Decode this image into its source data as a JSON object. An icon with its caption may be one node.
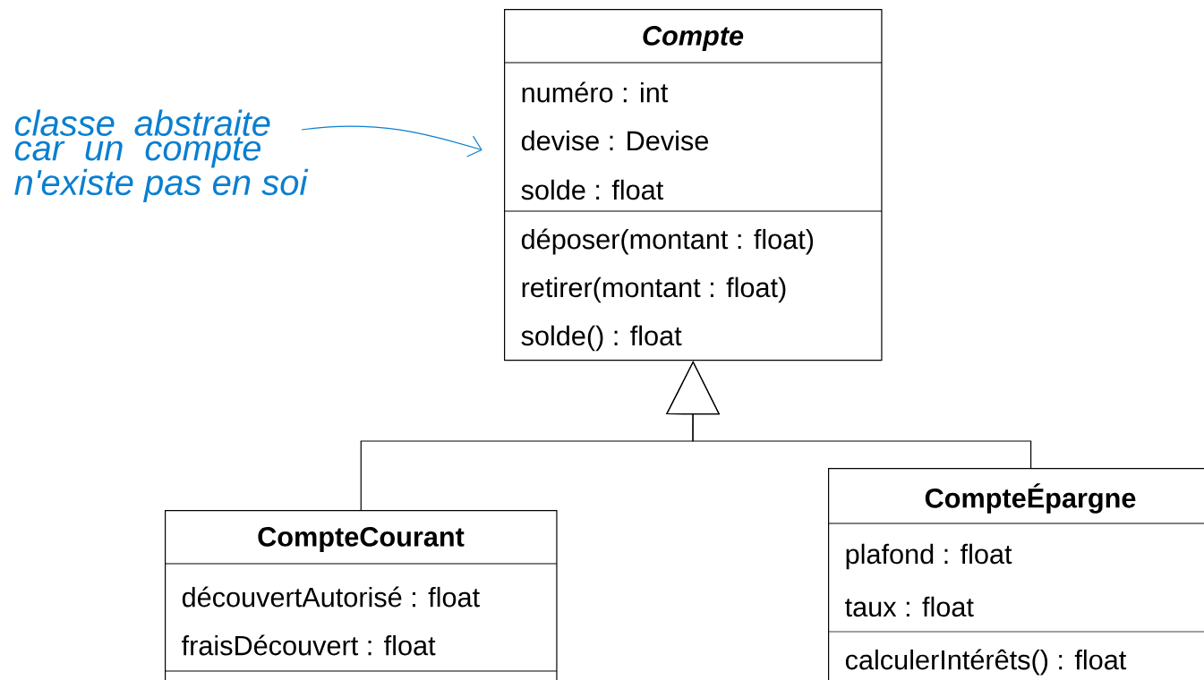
{
  "diagram": {
    "nodes": [
      {
        "text": [
          "Compte",
          "numéro : int",
          "devise : Devise",
          "solde : float",
          "déposer(montant : float)",
          "retirer(montant : float)",
          "solde() : float"
        ]
      },
      {
        "text": [
          "CompteCourant",
          "découvertAutorisé : float",
          "fraisDécouvert : float"
        ]
      },
      {
        "text": [
          "CompteÉpargne",
          "plafond : float",
          "taux : float",
          "calculerIntérêts() : float"
        ]
      },
      {
        "text": [
          "classe abstraite car un compte n'existe pas en soi"
        ]
      }
    ],
    "edges": [
      {
        "from": 1,
        "to": 0,
        "arrow": "to"
      },
      {
        "from": 2,
        "to": 0,
        "arrow": "to"
      },
      {
        "from": 3,
        "to": 0,
        "arrow": "to",
        "color": "#0a7fd0"
      }
    ]
  }
}
